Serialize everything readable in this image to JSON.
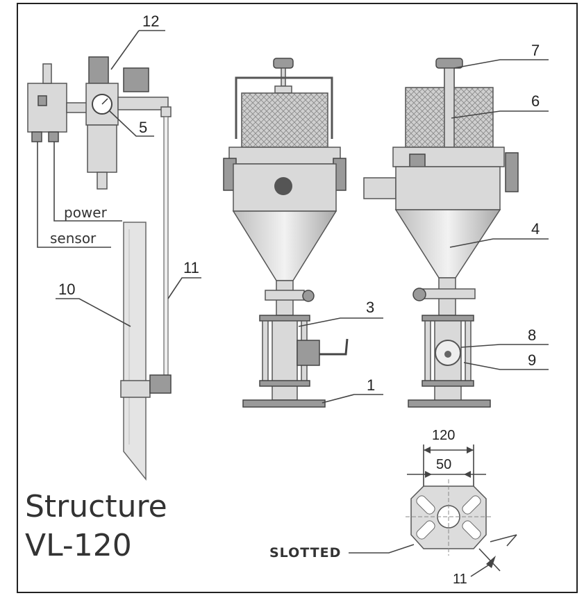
{
  "title": {
    "line1": "Structure",
    "line2": "VL-120"
  },
  "labels": {
    "power": "power",
    "sensor": "sensor",
    "slotted": "SLOTTED"
  },
  "callouts": {
    "c1": "1",
    "c3": "3",
    "c4": "4",
    "c5": "5",
    "c6": "6",
    "c7": "7",
    "c8": "8",
    "c9": "9",
    "c10": "10",
    "c11_tube": "11",
    "c12": "12"
  },
  "dimensions": {
    "outer": "120",
    "inner": "50",
    "slot": "11"
  }
}
